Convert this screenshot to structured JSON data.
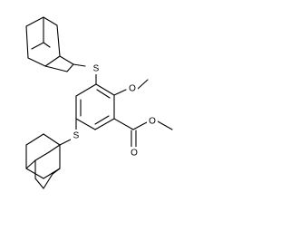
{
  "atom_labels": {
    "sulfur_top": "S",
    "sulfur_bottom": "S",
    "methoxy_oxygen": "O",
    "carbonyl_oxygen": "O",
    "ester_oxygen": "O"
  },
  "colors": {
    "bond": "#000000",
    "label": "#000000",
    "background": "#ffffff"
  }
}
